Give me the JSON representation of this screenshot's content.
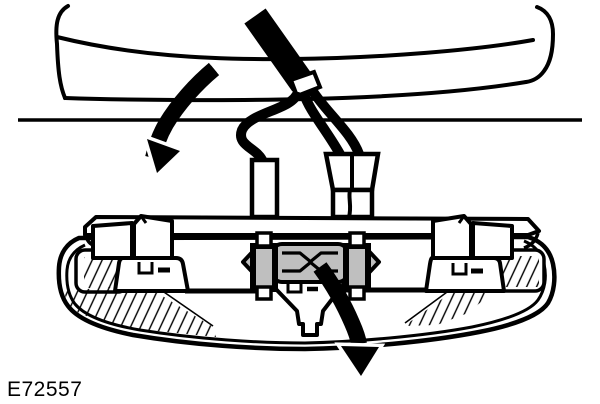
{
  "figure": {
    "code": "E72557"
  },
  "colors": {
    "line": "#000000",
    "background": "#ffffff",
    "bulb_fill": "#bfbfbf"
  },
  "icons": {
    "headliner_removal_arrow": "curved-dashed-arrow-down-left",
    "bulb_removal_arrow": "curved-dashed-arrow-down-right"
  }
}
